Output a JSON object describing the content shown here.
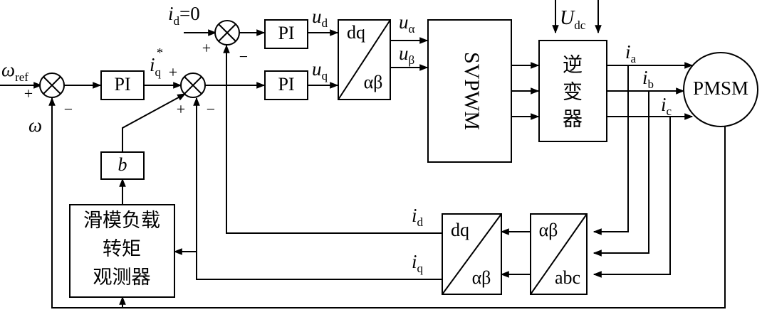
{
  "blocks": {
    "pi_speed": "PI",
    "pi_d": "PI",
    "pi_q": "PI",
    "park_top": "dq",
    "park_bottom": "αβ",
    "svpwm": "SVPWM",
    "inverter": [
      "逆",
      "变",
      "器"
    ],
    "motor": "PMSM",
    "gain": "b",
    "observer": [
      "滑模负载",
      "转矩",
      "观测器"
    ],
    "inv_park_top": "dq",
    "inv_park_bottom": "αβ",
    "clarke_top": "αβ",
    "clarke_bottom": "abc"
  },
  "signals": {
    "omega_ref": {
      "main": "ω",
      "sub": "ref"
    },
    "omega": "ω",
    "id_ref": {
      "main": "i",
      "sub": "d",
      "rest": "=0"
    },
    "iq_ref": {
      "main": "i",
      "sub": "q",
      "sup": "*"
    },
    "ud": {
      "main": "u",
      "sub": "d"
    },
    "uq": {
      "main": "u",
      "sub": "q"
    },
    "ualpha": {
      "main": "u",
      "sub": "α"
    },
    "ubeta": {
      "main": "u",
      "sub": "β"
    },
    "udc": {
      "main": "U",
      "sub": "dc"
    },
    "ia": {
      "main": "i",
      "sub": "a"
    },
    "ib": {
      "main": "i",
      "sub": "b"
    },
    "ic": {
      "main": "i",
      "sub": "c"
    },
    "id_fb": {
      "main": "i",
      "sub": "d"
    },
    "iq_fb": {
      "main": "i",
      "sub": "q"
    }
  },
  "signs": {
    "plus": "+",
    "minus": "−"
  }
}
